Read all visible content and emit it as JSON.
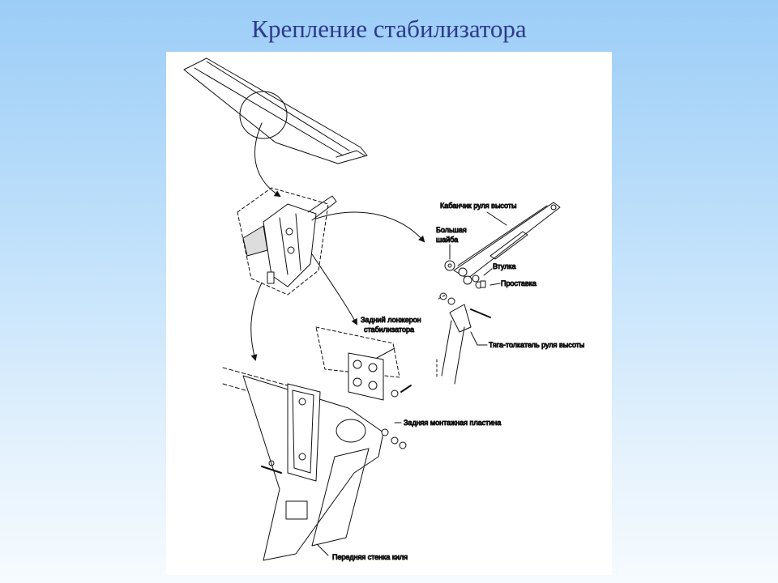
{
  "slide": {
    "title": "Крепление стабилизатора"
  },
  "labels": {
    "elevator_horn": "Кабанчик руля высоты",
    "large_washer_1": "Большая",
    "large_washer_2": "шайба",
    "bushing": "Втулка",
    "spacer": "Проставка",
    "pushrod": "Тяга-толкатель руля высоты",
    "rear_spar_1": "Задний лонжерон",
    "rear_spar_2": "стабилизатора",
    "rear_plate": "Задняя монтажная пластина",
    "front_fin_wall": "Передняя стенка киля"
  }
}
